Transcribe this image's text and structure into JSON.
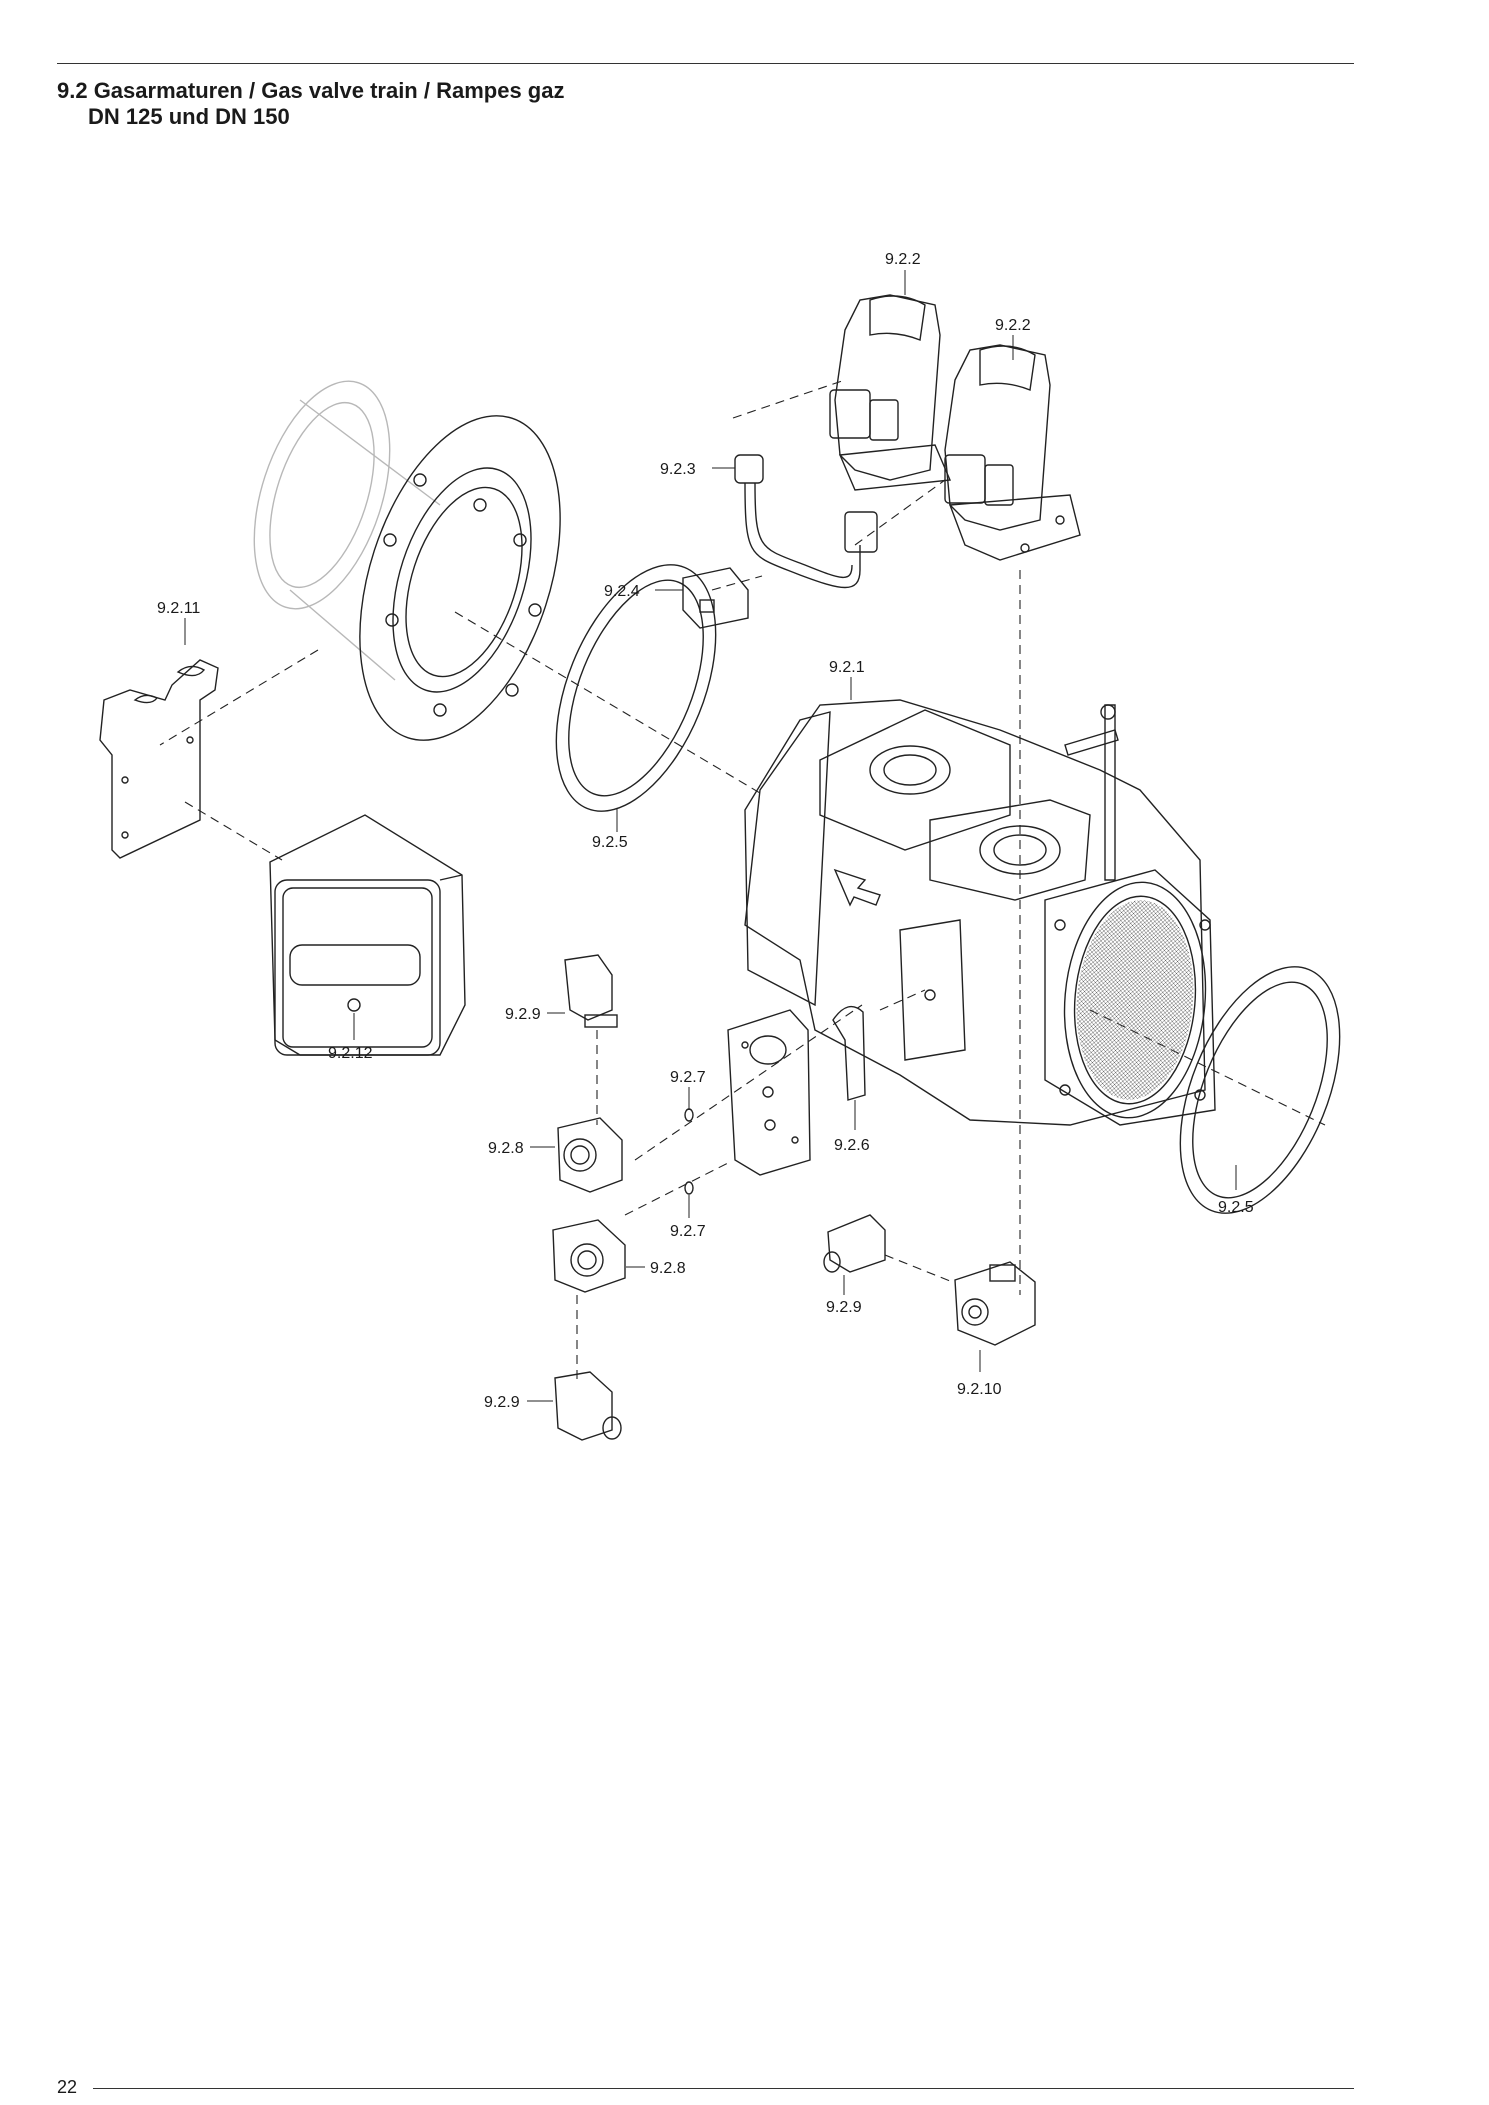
{
  "header": {
    "title_line1": "9.2 Gasarmaturen / Gas valve train / Rampes gaz",
    "title_line2": "DN 125 und DN 150"
  },
  "footer": {
    "page_number": "22"
  },
  "diagram": {
    "callouts": [
      "9.2.2",
      "9.2.2",
      "9.2.3",
      "9.2.4",
      "9.2.11",
      "9.2.1",
      "9.2.5",
      "9.2.12",
      "9.2.9",
      "9.2.7",
      "9.2.8",
      "9.2.6",
      "9.2.7",
      "9.2.8",
      "9.2.5",
      "9.2.9",
      "9.2.10",
      "9.2.9"
    ]
  }
}
